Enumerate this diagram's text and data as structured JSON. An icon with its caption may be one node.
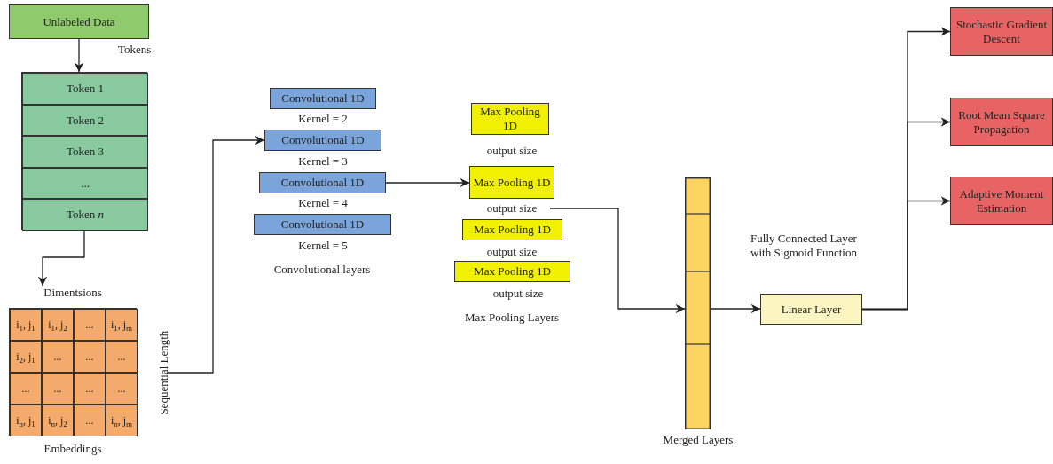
{
  "diagram": {
    "nodes": [
      {
        "text": [
          "Unlabeled Data"
        ]
      },
      {
        "text": [],
        "shape": "box"
      },
      {
        "text": [
          "Token 1"
        ],
        "in": 1
      },
      {
        "text": [
          "Token 2"
        ],
        "in": 1
      },
      {
        "text": [
          "Token 3"
        ],
        "in": 1
      },
      {
        "text": [
          "..."
        ],
        "in": 1
      },
      {
        "text": [
          "Token *n*"
        ],
        "in": 1
      },
      {
        "text": [
          "Dimentsions",
          "Sequential Length",
          "Embeddings"
        ]
      },
      {
        "text": [
          "i$_{1}$, j$_{1}$"
        ],
        "in": 7
      },
      {
        "text": [
          "i$_{1}$, j$_{2}$"
        ],
        "in": 7
      },
      {
        "text": [
          "..."
        ],
        "in": 7
      },
      {
        "text": [
          "i$_{1}$, j$_{m}$"
        ],
        "in": 7
      },
      {
        "text": [
          "i$_{2}$, j$_{1}$"
        ],
        "in": 7
      },
      {
        "text": [
          "..."
        ],
        "in": 7
      },
      {
        "text": [
          "..."
        ],
        "in": 7
      },
      {
        "text": [
          "..."
        ],
        "in": 7
      },
      {
        "text": [
          "..."
        ],
        "in": 7
      },
      {
        "text": [
          "..."
        ],
        "in": 7
      },
      {
        "text": [
          "..."
        ],
        "in": 7
      },
      {
        "text": [
          "..."
        ],
        "in": 7
      },
      {
        "text": [
          "i$_{n}$, j$_{1}$"
        ],
        "in": 7
      },
      {
        "text": [
          "i$_{n}$, j$_{2}$"
        ],
        "in": 7
      },
      {
        "text": [
          "..."
        ],
        "in": 7
      },
      {
        "text": [
          "i$_{n}$, j$_{m}$"
        ],
        "in": 7
      },
      {
        "text": [
          "Convolutional 1D"
        ],
        "beside": [
          "Kernel = 2"
        ]
      },
      {
        "text": [
          "Convolutional 1D"
        ],
        "beside": [
          "Kernel = 3"
        ]
      },
      {
        "text": [
          "Convolutional 1D"
        ],
        "beside": [
          "Kernel = 4"
        ]
      },
      {
        "text": [
          "Convolutional 1D"
        ],
        "beside": [
          "Kernel = 5"
        ]
      },
      {
        "text": [
          "Max Pooling 1D"
        ],
        "beside": [
          "output size"
        ]
      },
      {
        "text": [
          "Max Pooling 1D"
        ],
        "beside": [
          "output size"
        ]
      },
      {
        "text": [
          "Max Pooling 1D"
        ],
        "beside": [
          "output size"
        ]
      },
      {
        "text": [
          "Max Pooling 1D"
        ],
        "beside": [
          "output size"
        ]
      },
      {
        "text": [],
        "shape": "bar",
        "beside": [
          "Merged Layers"
        ]
      },
      {
        "text": [
          "Linear Layer"
        ],
        "beside": [
          "Fully Connected Layer with Sigmoid Function"
        ]
      },
      {
        "text": [
          "Stochastic Gradient Descent"
        ]
      },
      {
        "text": [
          "Root Mean Square Propagation"
        ]
      },
      {
        "text": [
          "Adaptive Moment Estimation"
        ]
      }
    ],
    "edges": [
      {
        "from": 0,
        "to": 1,
        "arrow": "to",
        "label": "Tokens"
      },
      {
        "from": 1,
        "to": 7,
        "arrow": "to"
      },
      {
        "from": 7,
        "to": 25,
        "arrow": "to"
      },
      {
        "from": 26,
        "to": 29,
        "arrow": "to"
      },
      {
        "from": 29,
        "to": 32,
        "arrow": "to"
      },
      {
        "from": 32,
        "to": 33,
        "arrow": "to"
      },
      {
        "from": 33,
        "to": 34,
        "arrow": "to"
      },
      {
        "from": 33,
        "to": 35,
        "arrow": "to"
      },
      {
        "from": 33,
        "to": 36,
        "arrow": "to"
      }
    ],
    "labels": [
      "Convolutional layers",
      "Max Pooling Layers"
    ]
  }
}
